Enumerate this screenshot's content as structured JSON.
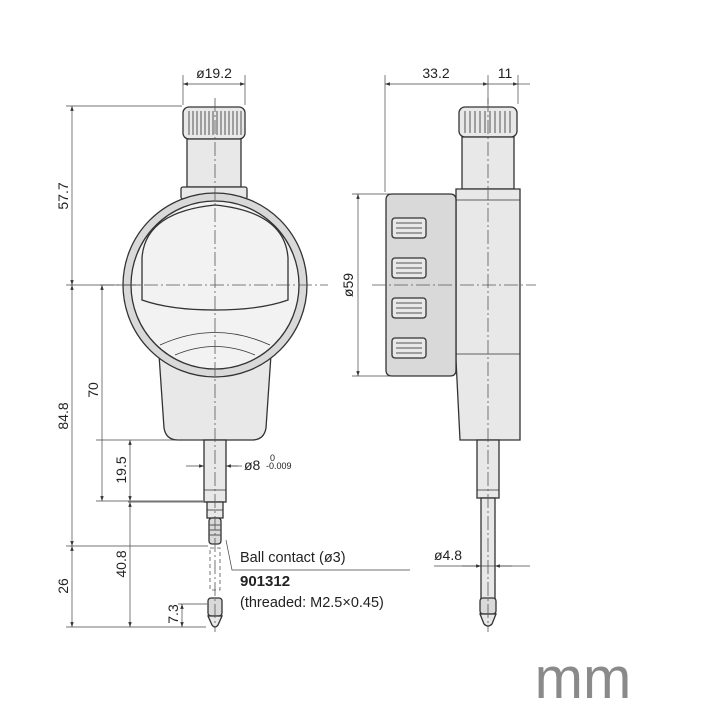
{
  "dimensions": {
    "d_cap": "ø19.2",
    "height_top": "57.7",
    "height_lower": "84.8",
    "d70": "70",
    "d19_5": "19.5",
    "d40_8": "40.8",
    "d26": "26",
    "d7_3": "7.3",
    "stem_dia": "ø8",
    "stem_tol_upper": "0",
    "stem_tol_lower": "-0.009",
    "depth_back": "33.2",
    "depth_cap": "11",
    "dial_dia": "ø59",
    "spindle_dia": "ø4.8"
  },
  "notes": {
    "ball_contact": "Ball contact (ø3)",
    "part_number": "901312",
    "threaded": "(threaded: M2.5×0.45)"
  },
  "unit": "mm"
}
